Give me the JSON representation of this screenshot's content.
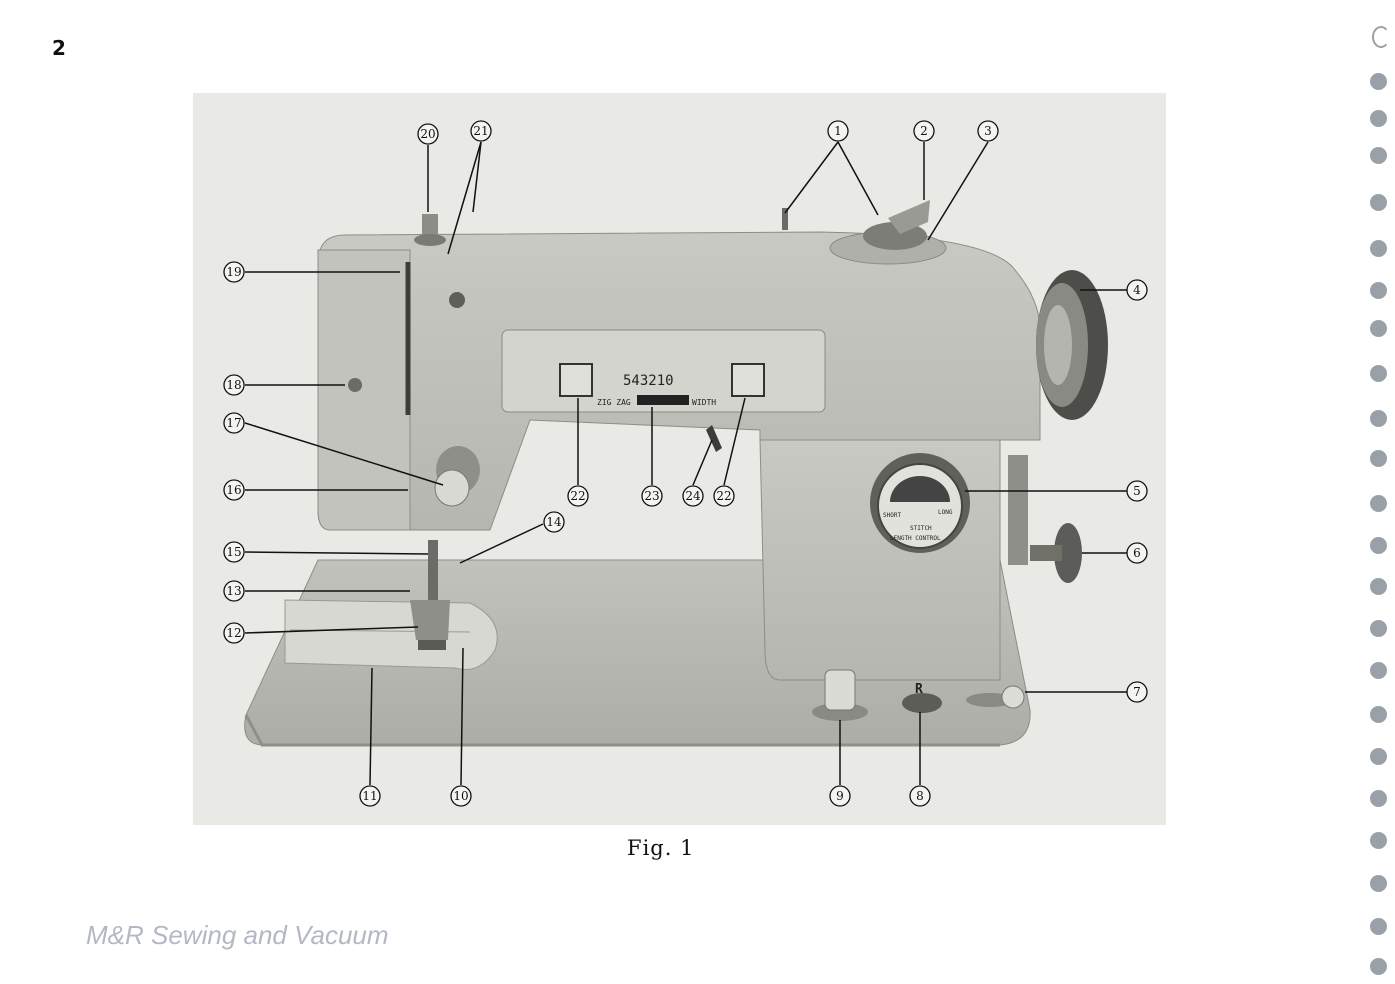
{
  "page_number": "2",
  "figure_caption": "Fig.  1",
  "watermark": "M&R Sewing and Vacuum",
  "panel": {
    "numbers": "543210",
    "left_label": "ZIG ZAG",
    "right_label": "WIDTH"
  },
  "stitch_dial": {
    "short": "SHORT",
    "long": "LONG",
    "line1": "STITCH",
    "line2": "LENGTH CONTROL"
  },
  "reverse_button": "R",
  "callouts": [
    {
      "id": "callout-1",
      "text": "1"
    },
    {
      "id": "callout-2",
      "text": "2"
    },
    {
      "id": "callout-3",
      "text": "3"
    },
    {
      "id": "callout-4",
      "text": "4"
    },
    {
      "id": "callout-5",
      "text": "5"
    },
    {
      "id": "callout-6",
      "text": "6"
    },
    {
      "id": "callout-7",
      "text": "7"
    },
    {
      "id": "callout-8",
      "text": "8"
    },
    {
      "id": "callout-9",
      "text": "9"
    },
    {
      "id": "callout-10",
      "text": "10"
    },
    {
      "id": "callout-11",
      "text": "11"
    },
    {
      "id": "callout-12",
      "text": "12"
    },
    {
      "id": "callout-13",
      "text": "13"
    },
    {
      "id": "callout-14",
      "text": "14"
    },
    {
      "id": "callout-15",
      "text": "15"
    },
    {
      "id": "callout-16",
      "text": "16"
    },
    {
      "id": "callout-17",
      "text": "17"
    },
    {
      "id": "callout-18",
      "text": "18"
    },
    {
      "id": "callout-19",
      "text": "19"
    },
    {
      "id": "callout-20",
      "text": "20"
    },
    {
      "id": "callout-21",
      "text": "21"
    },
    {
      "id": "callout-22a",
      "text": "22"
    },
    {
      "id": "callout-23",
      "text": "23"
    },
    {
      "id": "callout-24",
      "text": "24"
    },
    {
      "id": "callout-22b",
      "text": "22"
    }
  ]
}
